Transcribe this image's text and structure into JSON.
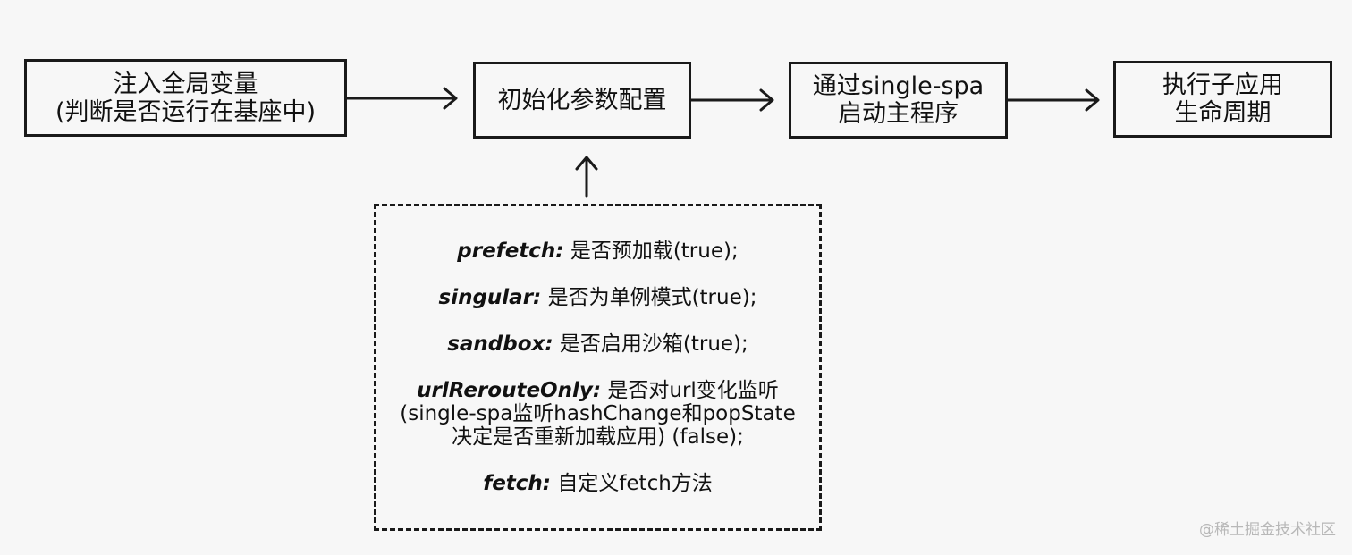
{
  "steps": [
    {
      "line1": "注入全局变量",
      "line2": "(判断是否运行在基座中)"
    },
    {
      "line1": "初始化参数配置"
    },
    {
      "line1": "通过single-spa",
      "line2": "启动主程序"
    },
    {
      "line1": "执行子应用",
      "line2": "生命周期"
    }
  ],
  "config": {
    "prefetch": {
      "key": "prefetch:",
      "desc": "是否预加载(true);"
    },
    "singular": {
      "key": "singular:",
      "desc": "是否为单例模式(true);"
    },
    "sandbox": {
      "key": "sandbox:",
      "desc": "是否启用沙箱(true);"
    },
    "urlRerouteOnly": {
      "key": "urlRerouteOnly:",
      "desc": "是否对url变化监听",
      "line2": "(single-spa监听hashChange和popState",
      "line3": "决定是否重新加载应用) (false);"
    },
    "fetch": {
      "key": "fetch:",
      "desc": "自定义fetch方法"
    }
  },
  "watermark": "@稀土掘金技术社区"
}
